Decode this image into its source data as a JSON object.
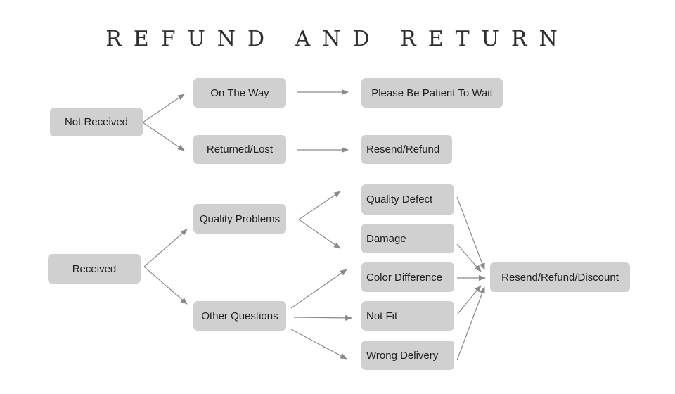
{
  "title": "REFUND AND RETURN",
  "colors": {
    "node_fill": "#d0d0d0",
    "arrow": "#8a8a8a",
    "title_text": "#2f2f2f",
    "node_text": "#1e1e1e"
  },
  "nodes": {
    "not_received": "Not Received",
    "on_the_way": "On The Way",
    "returned_lost": "Returned/Lost",
    "please_wait": "Please Be Patient To Wait",
    "resend_refund": "Resend/Refund",
    "received": "Received",
    "quality_problems": "Quality Problems",
    "other_questions": "Other Questions",
    "quality_defect": "Quality Defect",
    "damage": "Damage",
    "color_difference": "Color Difference",
    "not_fit": "Not Fit",
    "wrong_delivery": "Wrong Delivery",
    "resend_refund_discount": "Resend/Refund/Discount"
  },
  "edges": [
    [
      "not_received",
      "on_the_way"
    ],
    [
      "not_received",
      "returned_lost"
    ],
    [
      "on_the_way",
      "please_wait"
    ],
    [
      "returned_lost",
      "resend_refund"
    ],
    [
      "received",
      "quality_problems"
    ],
    [
      "received",
      "other_questions"
    ],
    [
      "quality_problems",
      "quality_defect"
    ],
    [
      "quality_problems",
      "damage"
    ],
    [
      "other_questions",
      "color_difference"
    ],
    [
      "other_questions",
      "not_fit"
    ],
    [
      "other_questions",
      "wrong_delivery"
    ],
    [
      "quality_defect",
      "resend_refund_discount"
    ],
    [
      "damage",
      "resend_refund_discount"
    ],
    [
      "color_difference",
      "resend_refund_discount"
    ],
    [
      "not_fit",
      "resend_refund_discount"
    ],
    [
      "wrong_delivery",
      "resend_refund_discount"
    ]
  ]
}
